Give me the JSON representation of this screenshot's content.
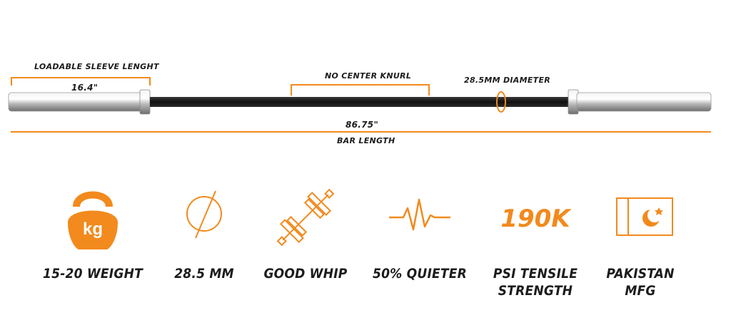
{
  "colors": {
    "accent": "#f28a1d",
    "shaft": "#1a1a1a",
    "chrome": "#d9d9d9",
    "text": "#1c1c1c"
  },
  "specs": {
    "sleeve_label": "LOADABLE SLEEVE LENGHT",
    "sleeve_value": "16.4\"",
    "knurl_label": "NO CENTER KNURL",
    "diameter_label": "28.5MM DIAMETER",
    "length_value": "86.75\"",
    "length_label": "BAR LENGTH"
  },
  "features": [
    {
      "icon": "kettlebell-icon",
      "icon_text": "kg",
      "line1": "15-20 Weight",
      "line2": ""
    },
    {
      "icon": "diameter-icon",
      "line1": "28.5 MM",
      "line2": ""
    },
    {
      "icon": "barbell-icon",
      "line1": "Good Whip",
      "line2": ""
    },
    {
      "icon": "pulse-icon",
      "line1": "50% Quieter",
      "line2": ""
    },
    {
      "icon": "psi-icon",
      "icon_text": "190K",
      "line1": "PSI Tensile",
      "line2": "Strength"
    },
    {
      "icon": "pakistan-flag-icon",
      "line1": "Pakistan",
      "line2": "MFG"
    }
  ]
}
